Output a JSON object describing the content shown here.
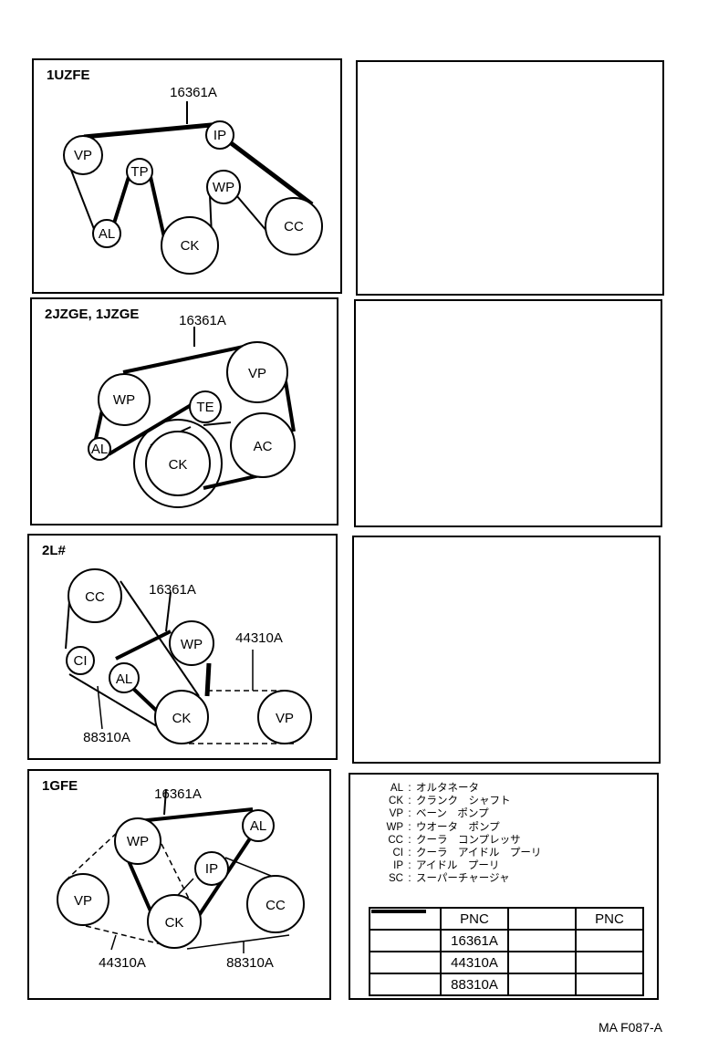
{
  "panels": {
    "uzfe": {
      "title": "1UZFE",
      "part": "16361A",
      "pulleys": [
        "VP",
        "IP",
        "TP",
        "AL",
        "WP",
        "CK",
        "CC"
      ]
    },
    "jzge": {
      "title": "2JZGE, 1JZGE",
      "part": "16361A",
      "pulleys": [
        "VP",
        "WP",
        "TE",
        "AL",
        "CK",
        "AC"
      ]
    },
    "l2": {
      "title": "2L#",
      "parts": [
        "16361A",
        "44310A",
        "88310A"
      ],
      "pulleys": [
        "CC",
        "WP",
        "CI",
        "AL",
        "CK",
        "VP"
      ]
    },
    "gfe": {
      "title": "1GFE",
      "parts": [
        "16361A",
        "44310A",
        "88310A"
      ],
      "pulleys": [
        "WP",
        "AL",
        "IP",
        "VP",
        "CC",
        "CK"
      ]
    }
  },
  "legend": [
    {
      "code": "AL",
      "text": "オルタネータ"
    },
    {
      "code": "CK",
      "text": "クランク　シャフト"
    },
    {
      "code": "VP",
      "text": "ベーン　ポンプ"
    },
    {
      "code": "WP",
      "text": "ウオータ　ポンプ"
    },
    {
      "code": "CC",
      "text": "クーラ　コンプレッサ"
    },
    {
      "code": "CI",
      "text": "クーラ　アイドル　プーリ"
    },
    {
      "code": "IP",
      "text": "アイドル　プーリ"
    },
    {
      "code": "SC",
      "text": "スーパーチャージャ"
    }
  ],
  "legend_sep": ":",
  "pnc_table": {
    "header": "PNC",
    "rows": [
      "16361A",
      "44310A",
      "88310A"
    ]
  },
  "footer": "MA F087-A"
}
